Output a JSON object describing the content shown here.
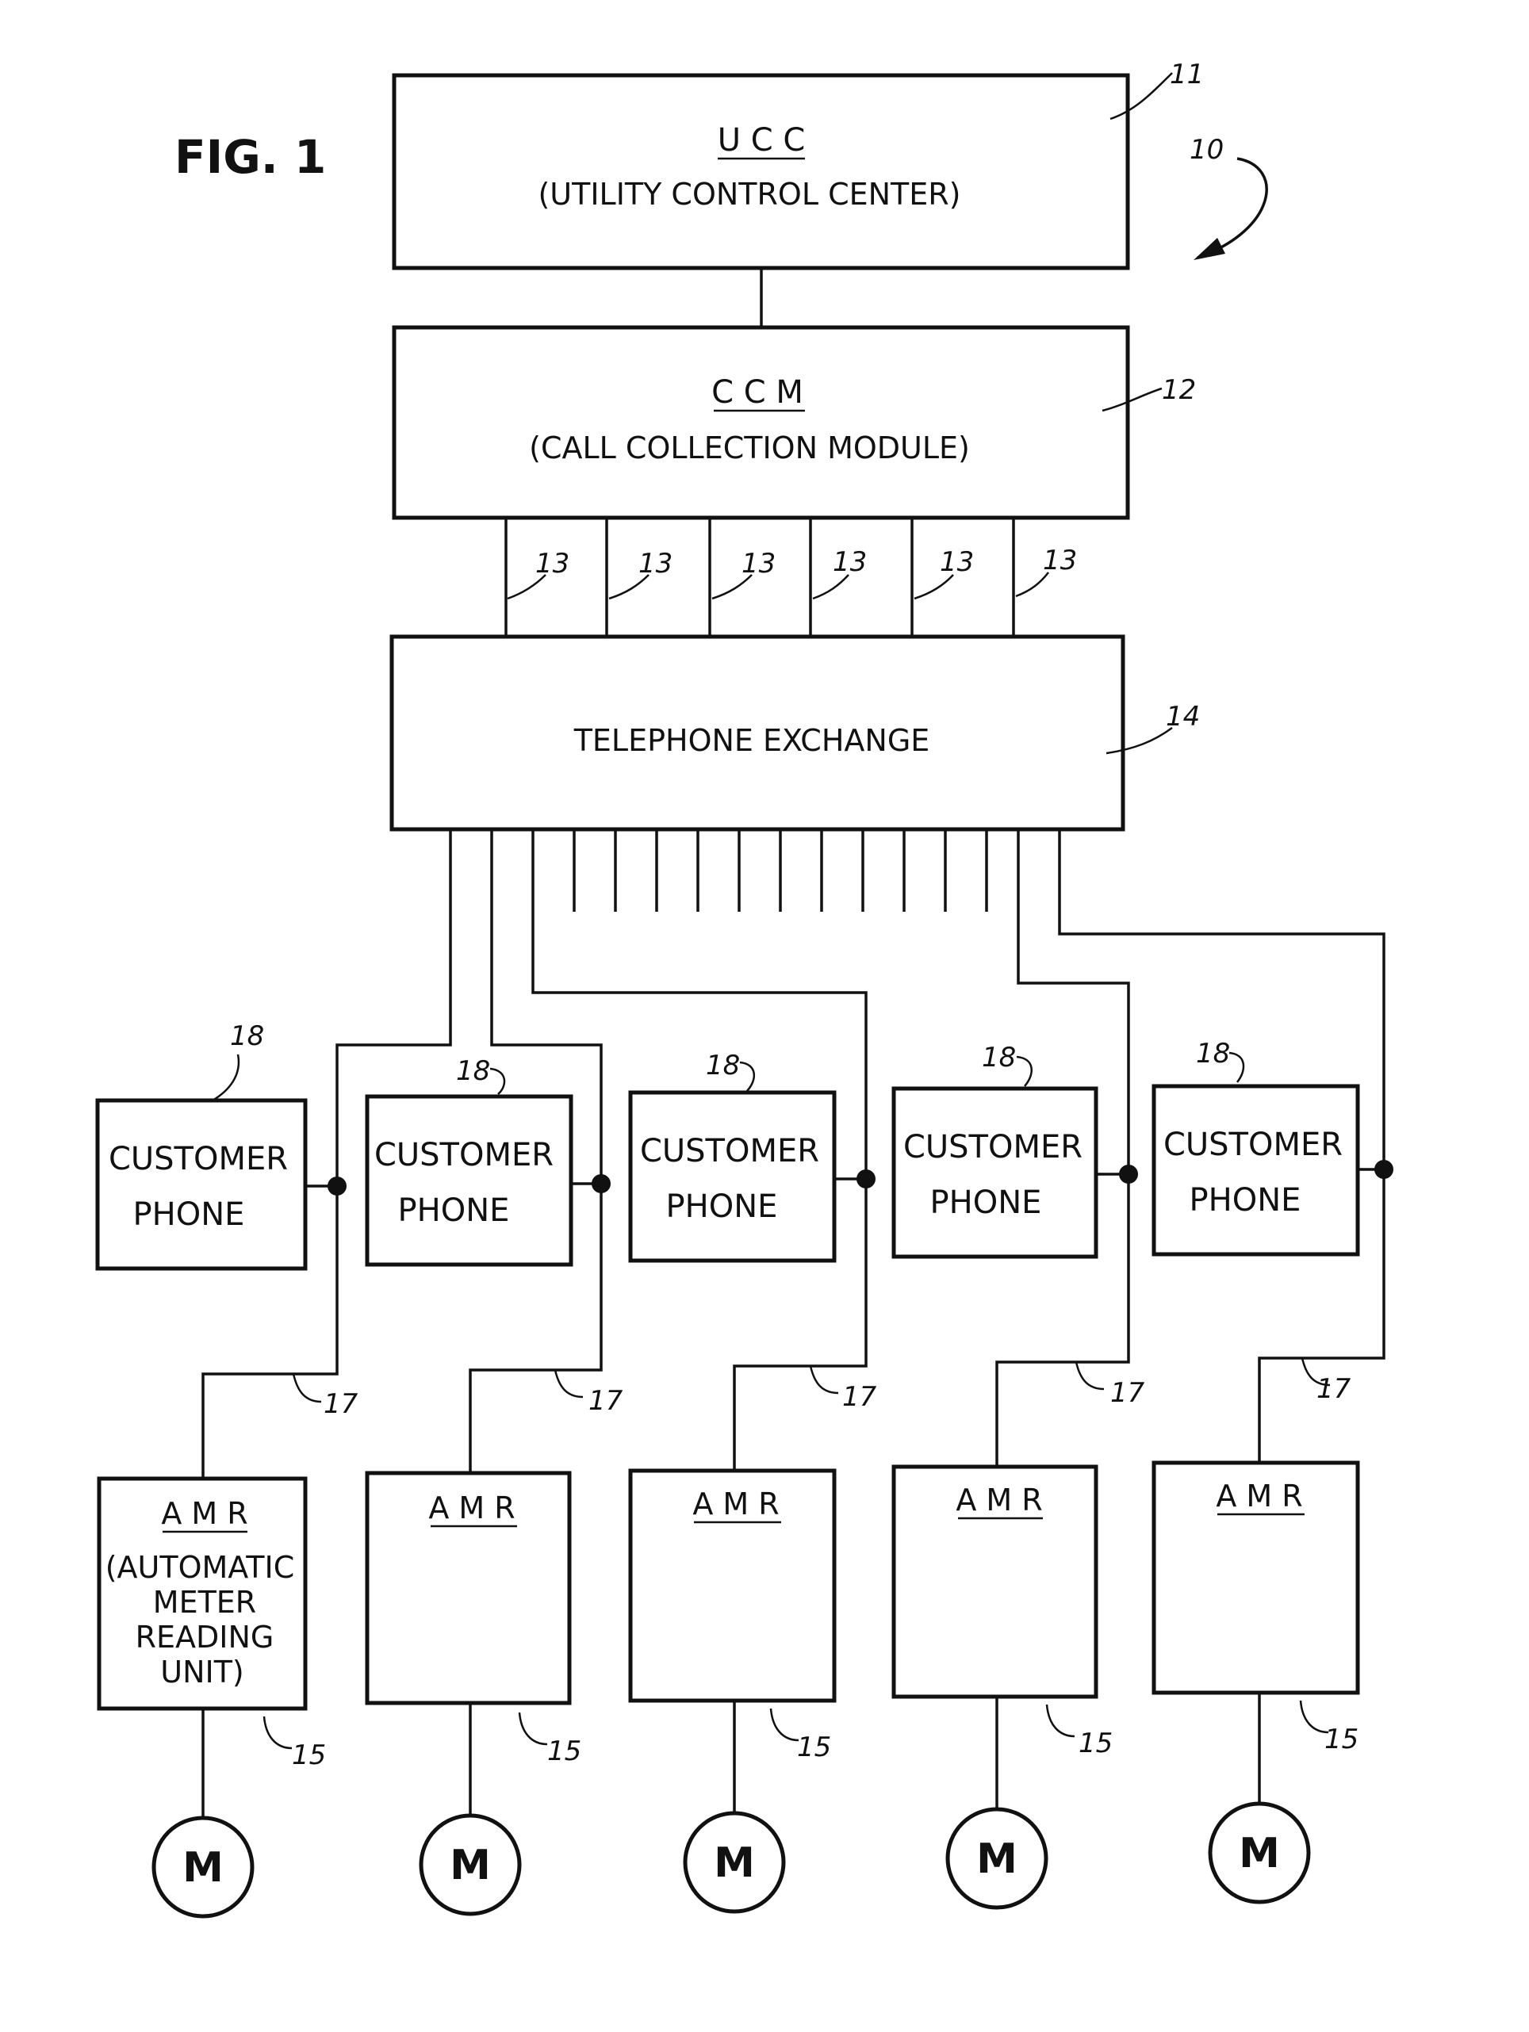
{
  "figure_label": "FIG. 1",
  "system_ref": "10",
  "ucc": {
    "title": "U C C",
    "subtitle": "(UTILITY CONTROL CENTER)",
    "ref": "11"
  },
  "ccm": {
    "title": "C C M",
    "subtitle": "(CALL COLLECTION MODULE)",
    "ref": "12"
  },
  "line_ref": "13",
  "exchange": {
    "label": "TELEPHONE EXCHANGE",
    "ref": "14"
  },
  "phone": {
    "line1": "CUSTOMER",
    "line2": "PHONE",
    "ref": "18"
  },
  "drop_ref": "17",
  "amr": {
    "title": "A M R",
    "desc_line1": "(AUTOMATIC",
    "desc_line2": "METER",
    "desc_line3": "READING",
    "desc_line4": "UNIT)",
    "ref": "15"
  },
  "meter_label": "M"
}
